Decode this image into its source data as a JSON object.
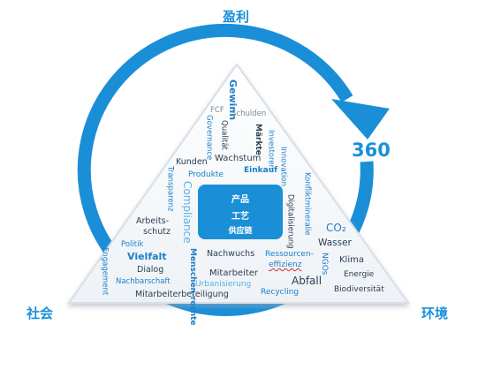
{
  "corners": {
    "top": "盈利",
    "left": "社会",
    "right": "环境"
  },
  "cycle_label": "360",
  "core": {
    "line1": "产品",
    "line2": "工艺",
    "line3": "供应链"
  },
  "terms": {
    "gewinn": "Gewinn",
    "fcf": "FCF",
    "schulden": "Schulden",
    "governance": "Governance",
    "qualitaet": "Qualität",
    "maerkte": "Märkte",
    "investoren": "Investoren",
    "innovation": "Innovation",
    "kunden": "Kunden",
    "wachstum": "Wachstum",
    "produkte": "Produkte",
    "einkauf": "Einkauf",
    "transparenz": "Transparenz",
    "compliance": "Compliance",
    "arbeitsschutz_1": "Arbeits-",
    "arbeitsschutz_2": "schutz",
    "politik": "Politik",
    "vielfalt": "Vielfalt",
    "dialog": "Dialog",
    "nachbarschaft": "Nachbarschaft",
    "engagement": "Engagement",
    "menschenrechte": "Menschen-rechte",
    "nachwuchs": "Nachwuchs",
    "mitarbeiter": "Mitarbeiter",
    "urbanisierung": "Urbanisierung",
    "mitarbeiterbeteiligung": "Mitarbeiterbeteiligung",
    "digitalisierung": "Digitalisierung",
    "konfliktmineralie": "Konfliktmineralie",
    "co2": "CO₂",
    "wasser": "Wasser",
    "ressourceneffizienz_1": "Ressourcen-",
    "ressourceneffizienz_2": "effizienz",
    "ngos": "NGOs",
    "klima": "Klima",
    "energie": "Energie",
    "abfall": "Abfall",
    "recycling": "Recycling",
    "biodiversitaet": "Biodiversität"
  },
  "colors": {
    "arrow": "#1a8fd8",
    "core_box": "#1a8fd8",
    "text_dark": "#2a2a2a",
    "text_blue": "#1a7fc8"
  }
}
